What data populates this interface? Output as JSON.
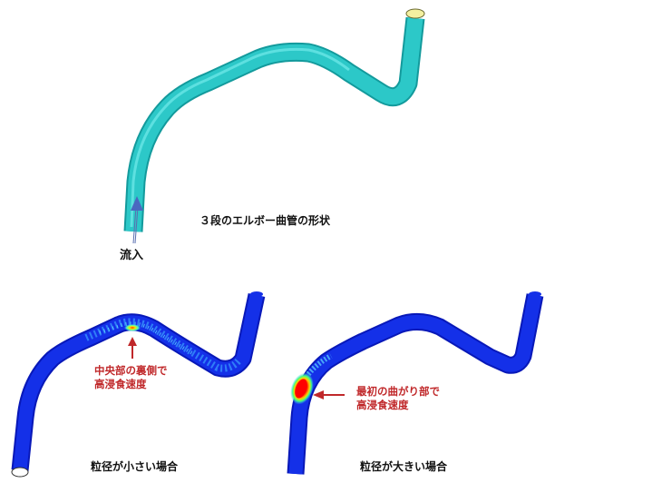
{
  "figure": {
    "top": {
      "title": "３段のエルボー曲管の形状",
      "inlet_label": "流入",
      "pipe_color": "#2bc4c4",
      "cap_color": "#f4f0a0"
    },
    "bottom_left": {
      "caption": "粒径が小さい場合",
      "annotation_line1": "中央部の裏側で",
      "annotation_line2": "高浸食速度",
      "pipe_color": "#1028e0"
    },
    "bottom_right": {
      "caption": "粒径が大きい場合",
      "annotation_line1": "最初の曲がり部で",
      "annotation_line2": "高浸食速度",
      "pipe_color": "#1028e0"
    },
    "colors": {
      "annotation": "#c0282a",
      "hot": "#ff0000",
      "cool": "#1028e0",
      "mid": "#40c8ff"
    }
  }
}
